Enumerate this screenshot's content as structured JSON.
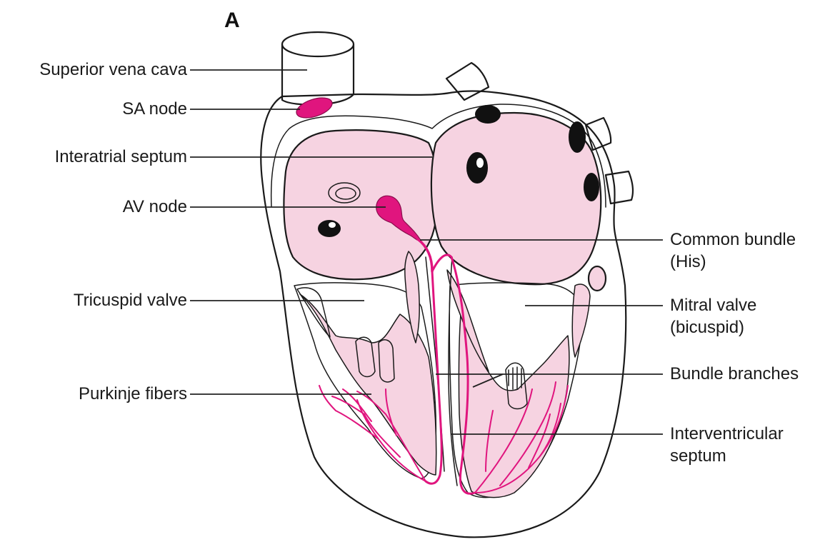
{
  "figure_letter": "A",
  "labels": {
    "superior_vena_cava": "Superior vena cava",
    "sa_node": "SA node",
    "interatrial_septum": "Interatrial septum",
    "av_node": "AV node",
    "tricuspid_valve": "Tricuspid valve",
    "purkinje_fibers": "Purkinje fibers",
    "common_bundle_line1": "Common bundle",
    "common_bundle_line2": "(His)",
    "mitral_valve_line1": "Mitral valve",
    "mitral_valve_line2": "(bicuspid)",
    "bundle_branches": "Bundle branches",
    "interventricular_septum_line1": "Interventricular",
    "interventricular_septum_line2": "septum"
  },
  "colors": {
    "conduction_magenta": "#e0157e",
    "chamber_pink": "#f6d3e1",
    "outline": "#1a1a1a"
  }
}
